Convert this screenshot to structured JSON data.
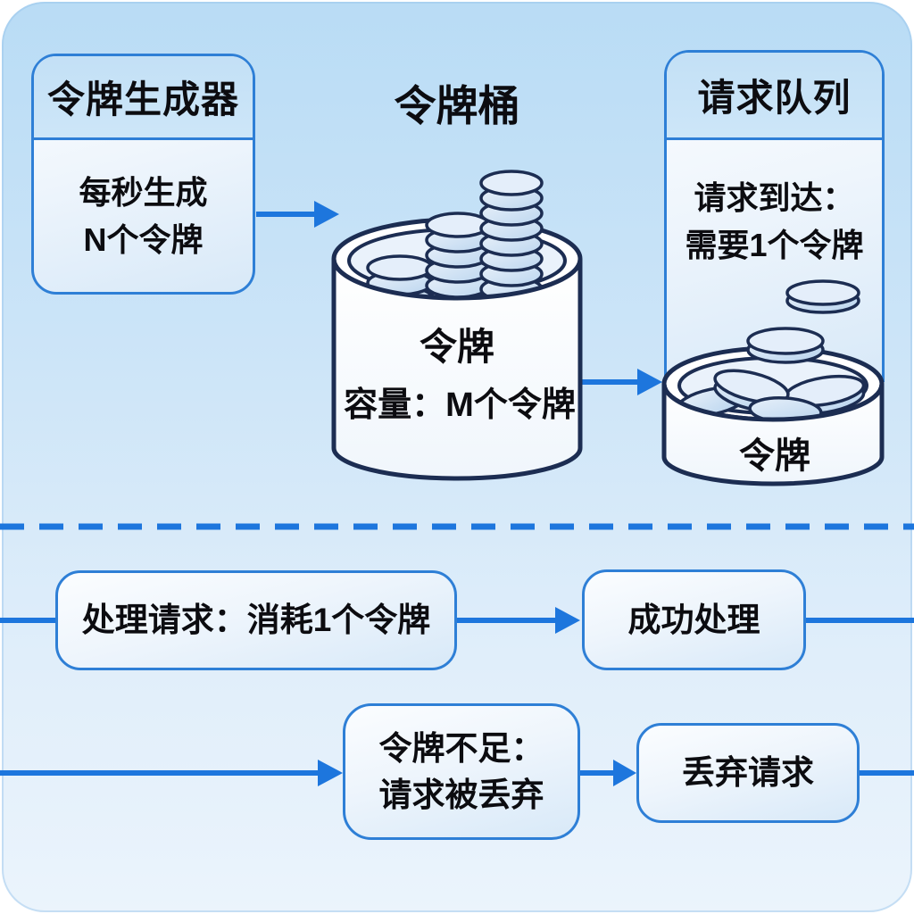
{
  "colors": {
    "canvas_top": "#b9dcf5",
    "canvas_bottom": "#ebf4fc",
    "box_border": "#2e7fd6",
    "arrow_blue": "#1d76dd",
    "illustration_outline": "#1c2d52",
    "coin_fill": "#cfe2f5",
    "text": "#0c0c10"
  },
  "generator_box": {
    "title": "令牌生成器",
    "line1": "每秒生成",
    "line2": "N个令牌"
  },
  "bucket": {
    "title": "令牌桶",
    "token_label": "令牌",
    "capacity_label": "容量：M个令牌"
  },
  "queue_box": {
    "title": "请求队列",
    "line1": "请求到达：",
    "line2": "需要1个令牌",
    "bowl_label": "令牌"
  },
  "success_flow": {
    "process_label": "处理请求：消耗1个令牌",
    "result_label": "成功处理"
  },
  "drop_flow": {
    "insufficient_line1": "令牌不足：",
    "insufficient_line2": "请求被丢弃",
    "result_label": "丢弃请求"
  }
}
